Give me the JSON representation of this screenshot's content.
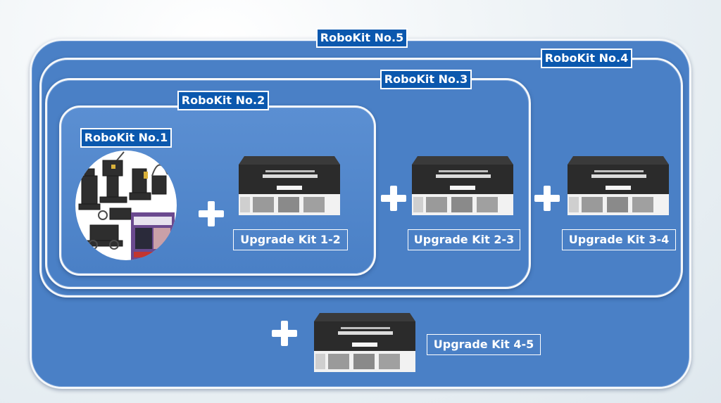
{
  "kits": [
    {
      "name": "RoboKit No.5"
    },
    {
      "name": "RoboKit No.4"
    },
    {
      "name": "RoboKit No.3"
    },
    {
      "name": "RoboKit No.2"
    },
    {
      "name": "RoboKit No.1"
    }
  ],
  "upgrades": [
    {
      "name": "Upgrade Kit 1-2"
    },
    {
      "name": "Upgrade Kit 2-3"
    },
    {
      "name": "Upgrade Kit 3-4"
    },
    {
      "name": "Upgrade Kit 4-5"
    }
  ],
  "colors": {
    "panel": "#4a80c6",
    "label_bg": "#0b58ae",
    "box_dark": "#2b2b2b"
  },
  "icons": {
    "plus": "plus-icon",
    "kit_box": "kit-box-icon",
    "robot_photo": "robot-kit-photo"
  }
}
